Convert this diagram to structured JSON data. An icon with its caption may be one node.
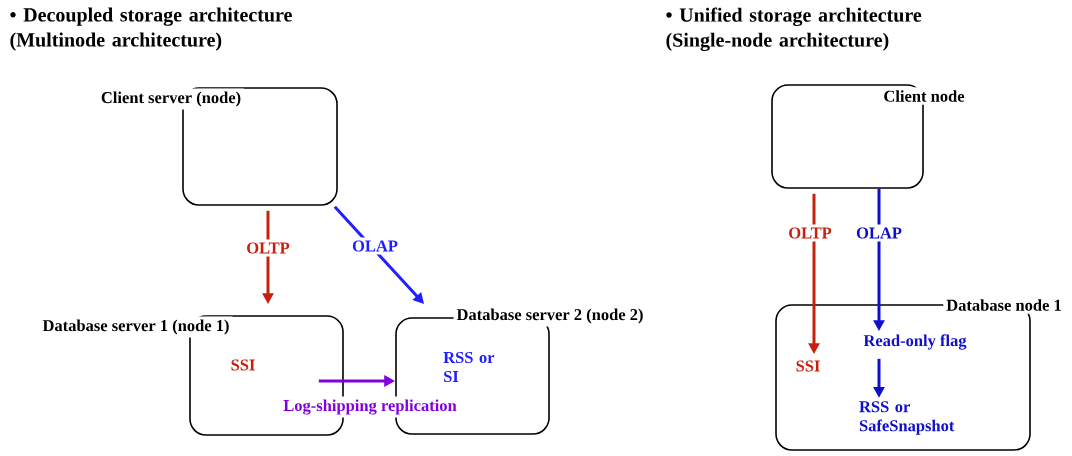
{
  "diagram": {
    "nodes": [
      {
        "text": [
          "Client server (node)"
        ]
      },
      {
        "text": [
          "Database server 1 (node 1)",
          "SSI"
        ]
      },
      {
        "text": [
          "Database server 2 (node 2)",
          "RSS or SI"
        ]
      },
      {
        "text": [
          "Client node"
        ]
      },
      {
        "text": [
          "Database node 1"
        ]
      },
      {
        "text": [
          "SSI"
        ],
        "in": 4
      },
      {
        "text": [
          "Read-only flag"
        ],
        "in": 4
      },
      {
        "text": [
          "RSS or SafeSnapshot"
        ],
        "in": 4
      }
    ],
    "edges": [
      {
        "from": 0,
        "to": 1,
        "arrow": "to",
        "label": "OLTP",
        "color": "#c8200e"
      },
      {
        "from": 0,
        "to": 2,
        "arrow": "to",
        "label": "OLAP",
        "color": "#2020ff"
      },
      {
        "from": 1,
        "to": 2,
        "arrow": "to",
        "label": "Log-shipping replication",
        "color": "#8000e0"
      },
      {
        "from": 3,
        "to": 5,
        "arrow": "to",
        "label": "OLTP",
        "color": "#c8200e"
      },
      {
        "from": 3,
        "to": 6,
        "arrow": "to",
        "label": "OLAP",
        "color": "#1010cc"
      },
      {
        "from": 6,
        "to": 7,
        "arrow": "to",
        "color": "#1010cc"
      }
    ],
    "labels": [
      "• Decoupled storage architecture (Multinode architecture)",
      "• Unified storage architecture (Single-node architecture)"
    ]
  }
}
